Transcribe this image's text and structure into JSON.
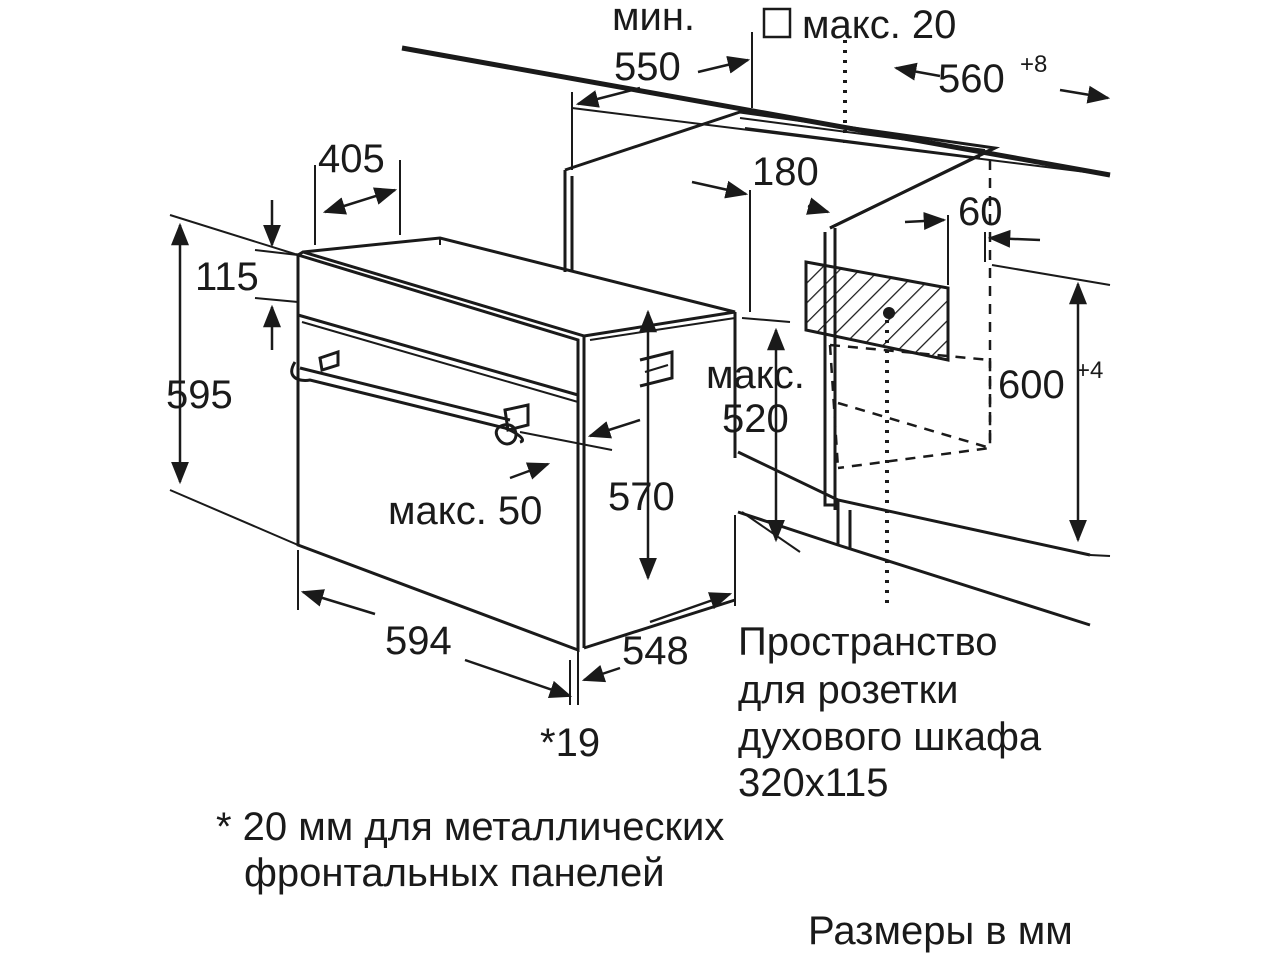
{
  "dimensions": {
    "min_label": "мин.",
    "d550": "550",
    "max20": "макс. 20",
    "d560": "560",
    "d560_tol": "+8",
    "d405": "405",
    "d180": "180",
    "d60": "60",
    "d115": "115",
    "d595": "595",
    "max_label": "макс.",
    "d520": "520",
    "d600": "600",
    "d600_tol": "+4",
    "max50": "макс. 50",
    "d570": "570",
    "d594": "594",
    "d548": "548",
    "d19": "*19"
  },
  "socket_note": {
    "line1": "Пространство",
    "line2": "для розетки",
    "line3": "духового шкафа",
    "line4": "320x115"
  },
  "footnote": {
    "line1": "* 20 мм для металлических",
    "line2": "фронтальных панелей"
  },
  "units_note": "Размеры в мм"
}
